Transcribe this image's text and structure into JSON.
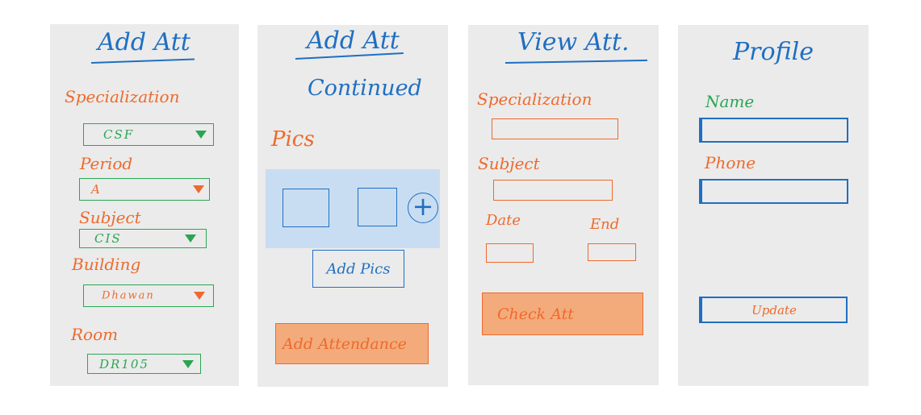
{
  "screens": [
    {
      "title": "Add Att",
      "fields": [
        {
          "label": "Specialization",
          "value": "CSF"
        },
        {
          "label": "Period",
          "value": "A"
        },
        {
          "label": "Subject",
          "value": "CIS"
        },
        {
          "label": "Building",
          "value": "Dhawan"
        },
        {
          "label": "Room",
          "value": "DR105"
        }
      ]
    },
    {
      "title": "Add Att",
      "subtitle": "Continued",
      "pics_label": "Pics",
      "add_pics_button": "Add Pics",
      "add_attendance_button": "Add Attendance"
    },
    {
      "title": "View Att.",
      "fields": [
        {
          "label": "Specialization"
        },
        {
          "label": "Subject"
        },
        {
          "label": "Date"
        },
        {
          "label": "End"
        }
      ],
      "check_button": "Check Att"
    },
    {
      "title": "Profile",
      "fields": [
        {
          "label": "Name"
        },
        {
          "label": "Phone"
        }
      ],
      "update_button": "Update"
    }
  ],
  "colors": {
    "ink_blue": "#1f6fc2",
    "ink_orange": "#ee6a2c",
    "ink_green": "#2aa653",
    "panel_bg": "#ebebeb",
    "highlight_blue": "#c9ddf2",
    "highlight_orange": "#f4ab7c"
  },
  "icons": [
    "dropdown-arrow-icon",
    "plus-circle-icon"
  ]
}
